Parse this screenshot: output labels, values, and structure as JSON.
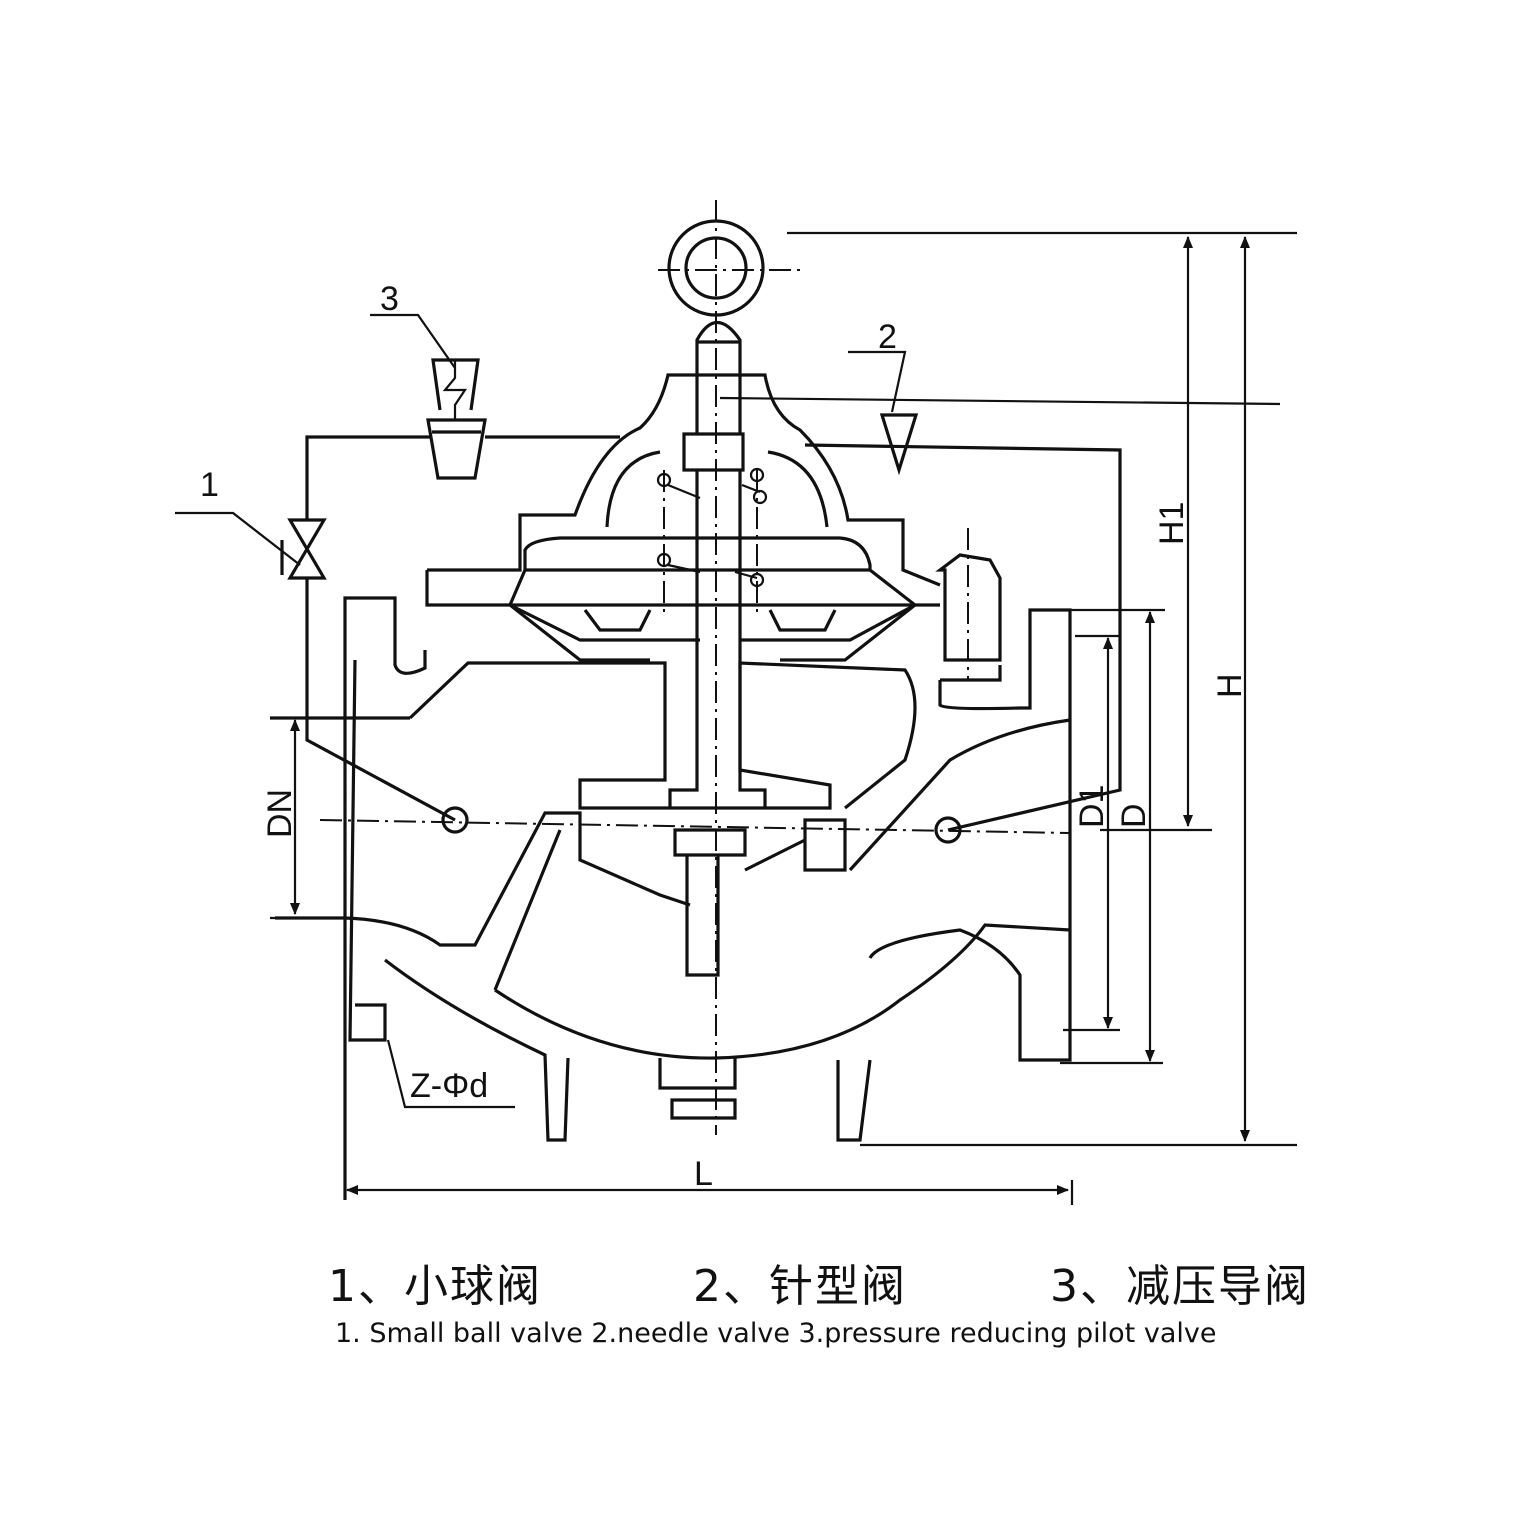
{
  "diagram": {
    "callouts": {
      "ball_valve": "1",
      "needle_valve": "2",
      "pilot_valve": "3"
    },
    "dimensions": {
      "H1": "H1",
      "H": "H",
      "DN": "DN",
      "D1": "D1",
      "D": "D",
      "L": "L",
      "bolts": "Z-Φd"
    }
  },
  "legend": {
    "cn": [
      "1、小球阀",
      "2、针型阀",
      "3、减压导阀"
    ],
    "en": "1. Small ball valve 2.needle valve 3.pressure reducing pilot valve"
  }
}
